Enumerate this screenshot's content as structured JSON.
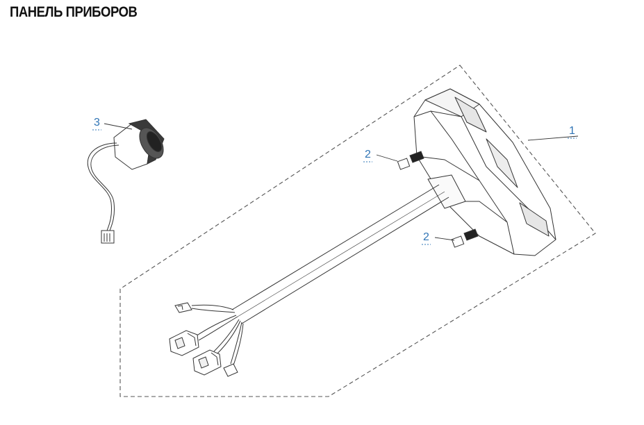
{
  "title": "ПАНЕЛЬ ПРИБОРОВ",
  "callouts": [
    {
      "id": "1",
      "label": "1"
    },
    {
      "id": "2a",
      "label": "2"
    },
    {
      "id": "2b",
      "label": "2"
    },
    {
      "id": "3",
      "label": "3"
    }
  ],
  "colors": {
    "title": "#111111",
    "callout": "#2f74b5",
    "line": "#333333",
    "dashed_outline": "#555555"
  }
}
